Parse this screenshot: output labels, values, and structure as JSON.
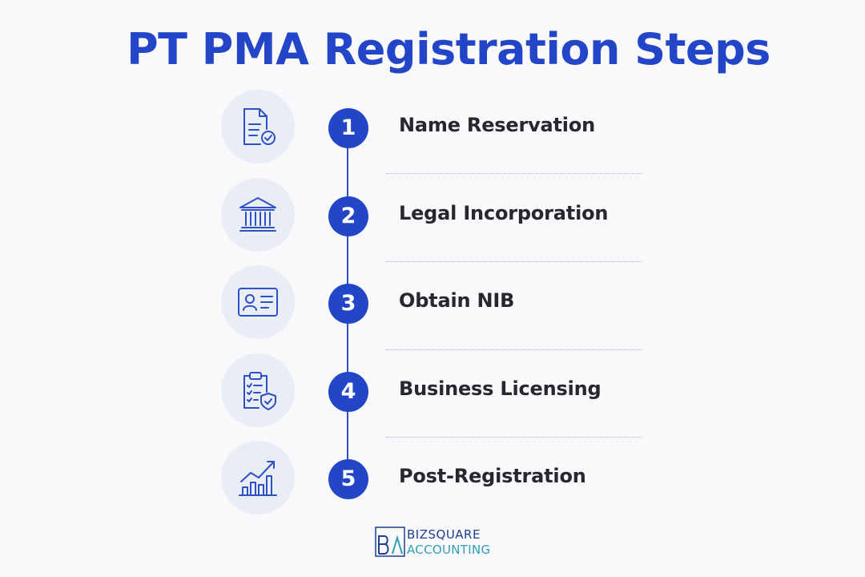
{
  "title": "PT PMA Registration Steps",
  "steps": [
    {
      "number": "1",
      "label": "Name Reservation",
      "icon": "document-check-icon"
    },
    {
      "number": "2",
      "label": "Legal Incorporation",
      "icon": "bank-building-icon"
    },
    {
      "number": "3",
      "label": "Obtain NIB",
      "icon": "id-card-icon"
    },
    {
      "number": "4",
      "label": "Business Licensing",
      "icon": "clipboard-shield-icon"
    },
    {
      "number": "5",
      "label": "Post-Registration",
      "icon": "growth-chart-icon"
    }
  ],
  "brand": {
    "line1": "BIZSQUARE",
    "line2": "ACCOUNTING"
  },
  "colors": {
    "accent": "#2346c8",
    "icon_bg": "#e9edf5",
    "text": "#26282f",
    "brand_dark": "#1f3f8f",
    "brand_teal": "#2fa0b4"
  }
}
